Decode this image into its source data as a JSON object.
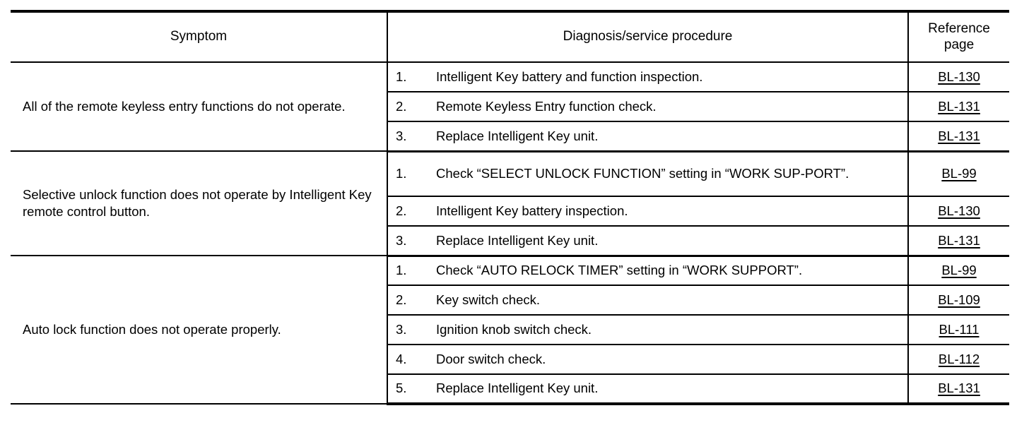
{
  "table": {
    "headers": {
      "symptom": "Symptom",
      "procedure": "Diagnosis/service procedure",
      "reference_line1": "Reference",
      "reference_line2": "page"
    },
    "blocks": [
      {
        "symptom": "All of the remote keyless entry functions do not operate.",
        "rows": [
          {
            "step": "1.",
            "procedure": "Intelligent Key battery and function inspection.",
            "reference": "BL-130"
          },
          {
            "step": "2.",
            "procedure": "Remote Keyless Entry function check.",
            "reference": "BL-131"
          },
          {
            "step": "3.",
            "procedure": "Replace Intelligent Key unit.",
            "reference": "BL-131"
          }
        ]
      },
      {
        "symptom": "Selective unlock function does not operate by Intelligent Key remote control button.",
        "rows": [
          {
            "step": "1.",
            "procedure": "Check “SELECT UNLOCK FUNCTION” setting in “WORK SUP-PORT”.",
            "reference": "BL-99"
          },
          {
            "step": "2.",
            "procedure": "Intelligent Key battery inspection.",
            "reference": "BL-130"
          },
          {
            "step": "3.",
            "procedure": "Replace Intelligent Key unit.",
            "reference": "BL-131"
          }
        ]
      },
      {
        "symptom": "Auto lock function does not operate properly.",
        "rows": [
          {
            "step": "1.",
            "procedure": "Check “AUTO RELOCK TIMER” setting in “WORK SUPPORT”.",
            "reference": "BL-99"
          },
          {
            "step": "2.",
            "procedure": "Key switch check.",
            "reference": "BL-109"
          },
          {
            "step": "3.",
            "procedure": "Ignition knob switch check.",
            "reference": "BL-111"
          },
          {
            "step": "4.",
            "procedure": "Door switch check.",
            "reference": "BL-112"
          },
          {
            "step": "5.",
            "procedure": "Replace Intelligent Key unit.",
            "reference": "BL-131"
          }
        ]
      }
    ]
  },
  "colors": {
    "rule": "#000000",
    "text": "#000000",
    "background": "#ffffff"
  }
}
